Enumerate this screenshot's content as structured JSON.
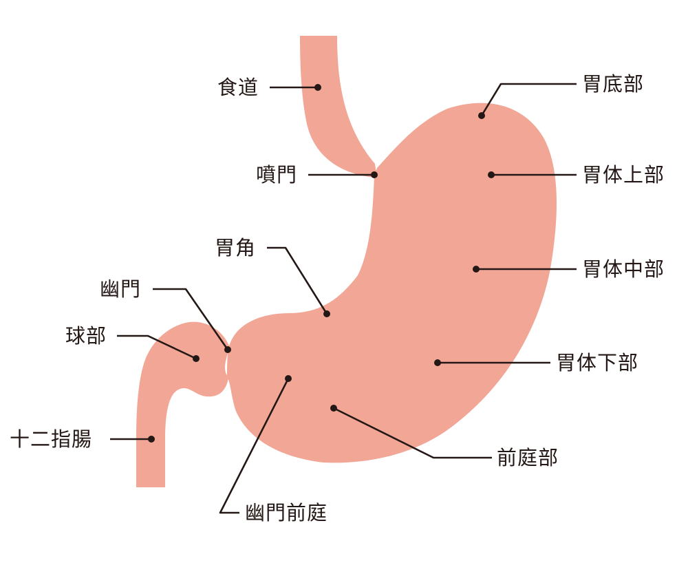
{
  "diagram": {
    "organ_color": "#f2a696",
    "line_color": "#231815",
    "labels": {
      "esophagus": "食道",
      "fundus": "胃底部",
      "cardia": "噴門",
      "upper_body": "胃体上部",
      "angular_incisure": "胃角",
      "middle_body": "胃体中部",
      "pylorus": "幽門",
      "bulb": "球部",
      "lower_body": "胃体下部",
      "duodenum": "十二指腸",
      "antrum": "前庭部",
      "pyloric_antrum": "幽門前庭"
    }
  }
}
